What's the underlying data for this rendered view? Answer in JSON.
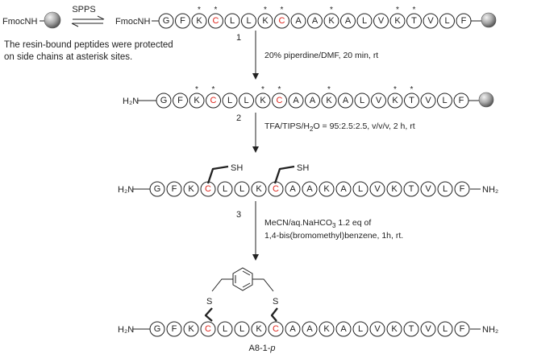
{
  "colors": {
    "ink": "#222222",
    "cys": "#e0241b",
    "bead_light": "#f2f2f2",
    "bead_dark": "#555555"
  },
  "sequence": [
    "G",
    "F",
    "K",
    "C",
    "L",
    "L",
    "K",
    "C",
    "A",
    "A",
    "K",
    "A",
    "L",
    "V",
    "K",
    "T",
    "V",
    "L",
    "F"
  ],
  "cys_positions": [
    3,
    7
  ],
  "protected_positions": [
    2,
    3,
    6,
    7,
    10,
    14,
    15
  ],
  "star_symbol": "*",
  "labels": {
    "fmoc": "FmocNH",
    "h2n": "H₂N",
    "nh2": "NH₂",
    "sh": "SH",
    "s": "S",
    "sub2": "2",
    "sub3": "3"
  },
  "spps": "SPPS",
  "note_lines": [
    "The resin-bound peptides were protected",
    "on side chains at asterisk  sites."
  ],
  "steps": [
    {
      "number": "1",
      "conditions": [
        "20% piperdine/DMF, 20 min, rt"
      ]
    },
    {
      "number": "2",
      "conditions": [
        "TFA/TIPS/H",
        "O = 95:2.5:2.5, v/v/v, 2 h, rt"
      ]
    },
    {
      "number": "3",
      "conditions": [
        "MeCN/aq.NaHCO",
        " 1.2 eq of",
        "1,4-bis(bromomethyl)benzene, 1h, rt."
      ]
    }
  ],
  "compound_name_parts": [
    "A8-1-",
    "p"
  ]
}
